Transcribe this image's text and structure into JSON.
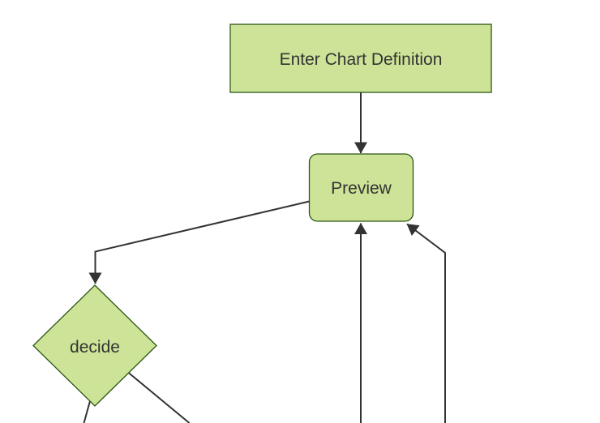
{
  "diagram": {
    "type": "flowchart",
    "direction": "top-down",
    "nodes": [
      {
        "id": "A",
        "label": "Enter Chart Definition",
        "shape": "rectangle"
      },
      {
        "id": "B",
        "label": "Preview",
        "shape": "rounded-rectangle"
      },
      {
        "id": "C",
        "label": "decide",
        "shape": "diamond"
      }
    ],
    "edges": [
      {
        "from": "Enter Chart Definition",
        "to": "Preview",
        "arrowhead": true
      },
      {
        "from": "Preview",
        "to": "decide",
        "arrowhead": true
      },
      {
        "from": "offscreen-bottom-center",
        "to": "Preview",
        "arrowhead": true
      },
      {
        "from": "offscreen-bottom-right",
        "to": "Preview",
        "arrowhead": true
      },
      {
        "from": "decide",
        "to": "offscreen-bottom-left",
        "arrowhead": false
      },
      {
        "from": "decide",
        "to": "offscreen-bottom-right",
        "arrowhead": false
      }
    ]
  },
  "colors": {
    "node_fill": "#cde498",
    "node_border": "#2c5614",
    "edge": "#333333",
    "text": "#333333",
    "background": "#ffffff"
  }
}
